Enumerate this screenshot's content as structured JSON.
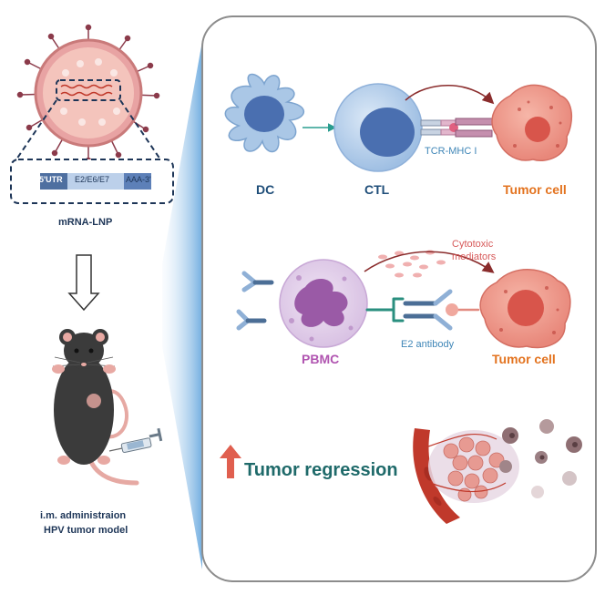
{
  "left_panel": {
    "construct": {
      "utr5": "5'UTR",
      "genes": "E2/E6/E7",
      "polya": "AAA-3'"
    },
    "lnp_label": "mRNA-LNP",
    "mouse_caption_line1": "i.m. administraion",
    "mouse_caption_line2": "HPV tumor model"
  },
  "right_panel": {
    "top": {
      "dc_label": "DC",
      "ctl_label": "CTL",
      "tcr_label": "TCR-MHC I",
      "tumor_label": "Tumor cell"
    },
    "middle": {
      "cytotoxic_line1": "Cytotoxic",
      "cytotoxic_line2": "mediators",
      "pbmc_label": "PBMC",
      "antibody_label": "E2 antibody",
      "tumor_label": "Tumor cell"
    },
    "bottom": {
      "regression_label": "Tumor regression"
    }
  },
  "colors": {
    "navy_text": "#1d3557",
    "teal_text": "#1f5e73",
    "orange_text": "#e3731f",
    "purple_text": "#b054b0",
    "light_blue_text": "#3f86b7",
    "pink_text": "#d75a5a",
    "regression_green": "#1f6a6a",
    "arrow_red": "#e05f4f"
  }
}
